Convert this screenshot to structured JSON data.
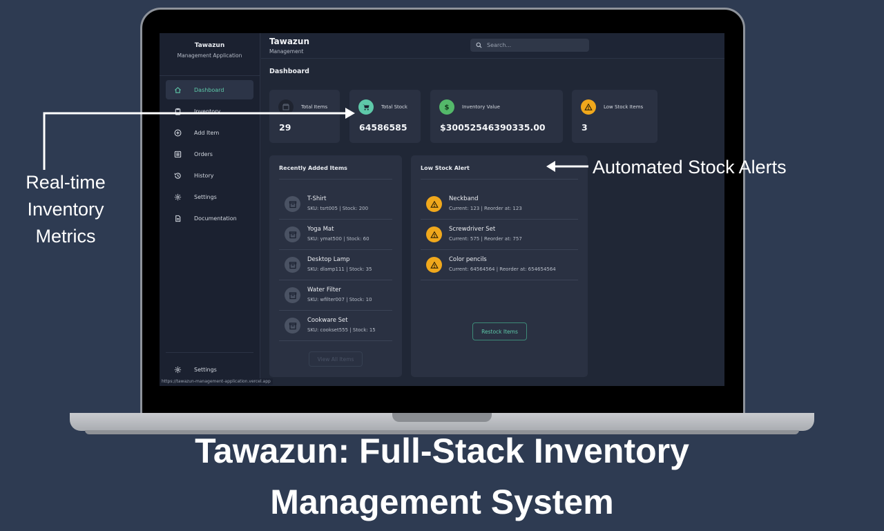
{
  "app": {
    "sidebar_title": "Tawazun",
    "sidebar_subtitle": "Management Application",
    "header_title": "Tawazun",
    "header_subtitle": "Management",
    "page_title": "Dashboard",
    "status_url": "https://tawazun-management-application.vercel.app"
  },
  "search": {
    "placeholder": "Search..."
  },
  "sidebar": {
    "items": [
      {
        "label": "Dashboard",
        "icon": "home-icon",
        "active": true
      },
      {
        "label": "Inventory",
        "icon": "clipboard-icon"
      },
      {
        "label": "Add Item",
        "icon": "plus-circle-icon"
      },
      {
        "label": "Orders",
        "icon": "list-icon"
      },
      {
        "label": "History",
        "icon": "history-icon"
      },
      {
        "label": "Settings",
        "icon": "gear-icon"
      },
      {
        "label": "Documentation",
        "icon": "document-icon"
      }
    ],
    "bottom_label": "Settings"
  },
  "stats": [
    {
      "label": "Total Items",
      "value": "29",
      "icon": "box-icon",
      "color": "#1f2430"
    },
    {
      "label": "Total Stock",
      "value": "64586585",
      "icon": "cart-icon",
      "color": "#5ec9a9"
    },
    {
      "label": "Inventory Value",
      "value": "$30052546390335.00",
      "icon": "dollar-icon",
      "color": "#54b86a"
    },
    {
      "label": "Low Stock Items",
      "value": "3",
      "icon": "warning-icon",
      "color": "#f0a81c"
    }
  ],
  "recent": {
    "title": "Recently Added Items",
    "items": [
      {
        "name": "T-Shirt",
        "details": "SKU: tsrt005 | Stock: 200"
      },
      {
        "name": "Yoga Mat",
        "details": "SKU: ymat500 | Stock: 60"
      },
      {
        "name": "Desktop Lamp",
        "details": "SKU: dlamp111 | Stock: 35"
      },
      {
        "name": "Water Filter",
        "details": "SKU: wfilter007 | Stock: 10"
      },
      {
        "name": "Cookware Set",
        "details": "SKU: cookset555 | Stock: 15"
      }
    ],
    "view_all_label": "View All Items"
  },
  "low_stock": {
    "title": "Low Stock Alert",
    "items": [
      {
        "name": "Neckband",
        "details": "Current: 123 | Reorder at: 123"
      },
      {
        "name": "Screwdriver Set",
        "details": "Current: 575 | Reorder at: 757"
      },
      {
        "name": "Color pencils",
        "details": "Current: 64564564 | Reorder at: 654654564"
      }
    ],
    "restock_label": "Restock Items"
  },
  "annotations": {
    "left": [
      "Real-time",
      "Inventory",
      "Metrics"
    ],
    "right": "Automated Stock Alerts"
  },
  "headline": {
    "line1": "Tawazun: Full-Stack Inventory",
    "line2": "Management System"
  },
  "colors": {
    "background": "#2e3b52",
    "accent": "#5ec9a9",
    "warning": "#f0a81c"
  }
}
